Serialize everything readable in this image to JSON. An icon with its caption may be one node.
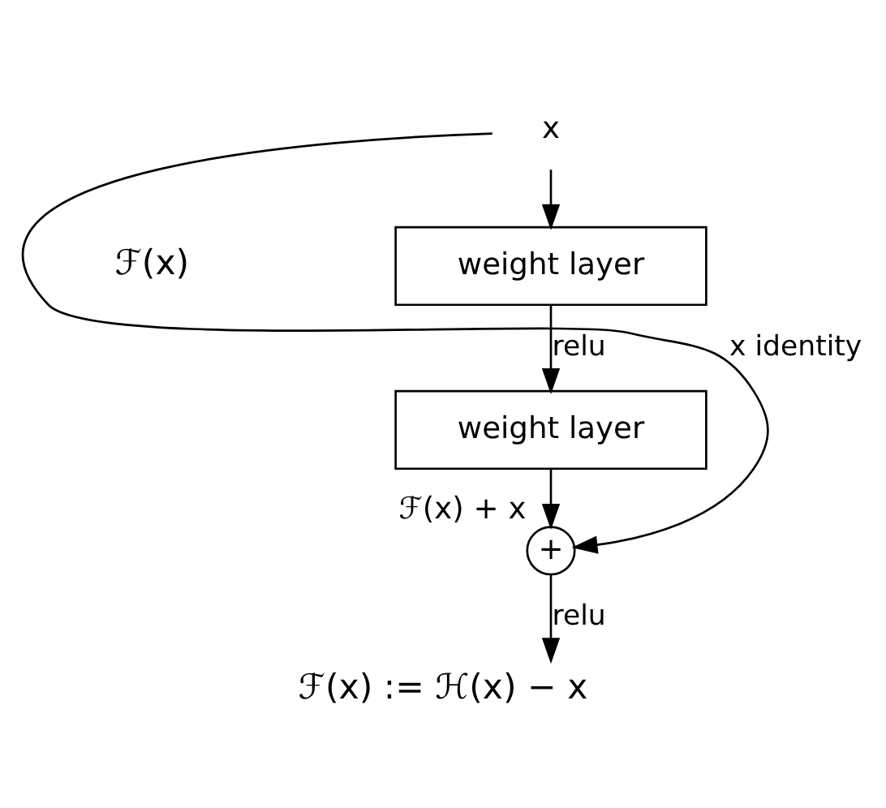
{
  "diagram": {
    "caption": "ℱ(x) := ℋ(x) − x",
    "nodes": [
      {
        "text": [
          "x"
        ]
      },
      {
        "text": [
          "weight layer"
        ]
      },
      {
        "text": [
          "weight layer"
        ]
      },
      {
        "text": [
          "+"
        ],
        "beside": [
          "ℱ(x) + x"
        ]
      }
    ],
    "edges": [
      {
        "from": 0,
        "to": 1,
        "arrow": "to"
      },
      {
        "from": 1,
        "to": 2,
        "arrow": "to",
        "label": "relu"
      },
      {
        "from": 2,
        "to": 3,
        "arrow": "to"
      },
      {
        "from": 0,
        "to": 3,
        "arrow": "to",
        "label": "x identity"
      },
      {
        "from": 3,
        "to": null,
        "arrow": "to",
        "label": "relu"
      }
    ],
    "labels": [
      "ℱ(x)"
    ]
  }
}
